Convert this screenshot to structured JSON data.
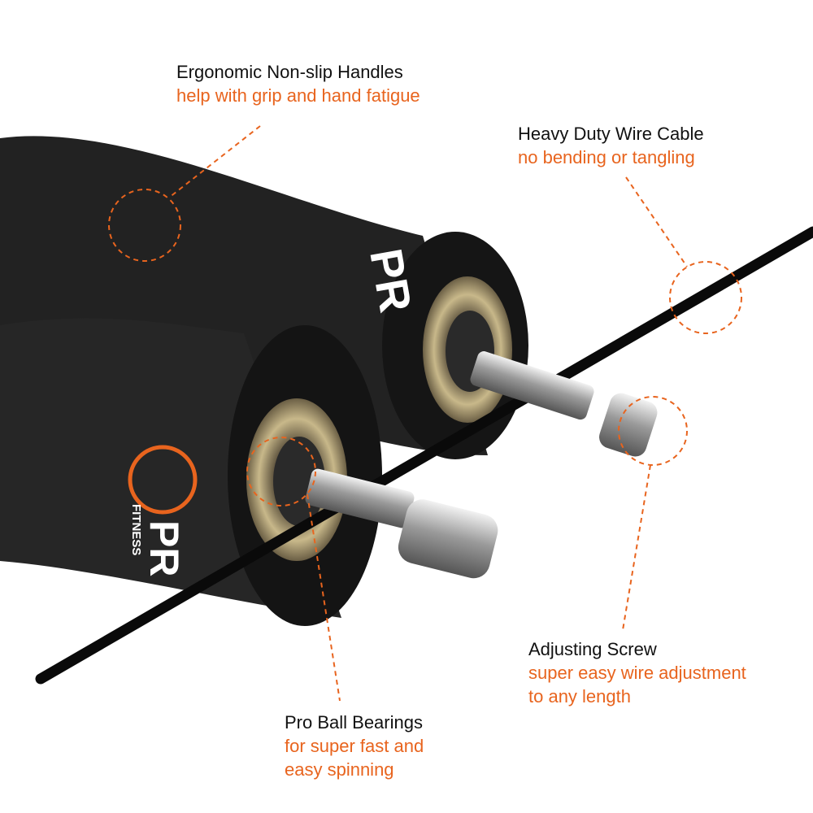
{
  "colors": {
    "accent": "#e8641e",
    "text": "#111111",
    "handle": "#1b1b1b"
  },
  "logo": {
    "brand_short": "PR",
    "brand_word": "FITNESS"
  },
  "callouts": [
    {
      "title": "Ergonomic Non-slip Handles",
      "lines": [
        "help with grip and hand fatigue"
      ]
    },
    {
      "title": "Heavy Duty Wire Cable",
      "lines": [
        "no bending or tangling"
      ]
    },
    {
      "title": "Adjusting Screw",
      "lines": [
        "super easy wire adjustment",
        "to any length"
      ]
    },
    {
      "title": "Pro Ball Bearings",
      "lines": [
        "for super fast and",
        "easy spinning"
      ]
    }
  ]
}
